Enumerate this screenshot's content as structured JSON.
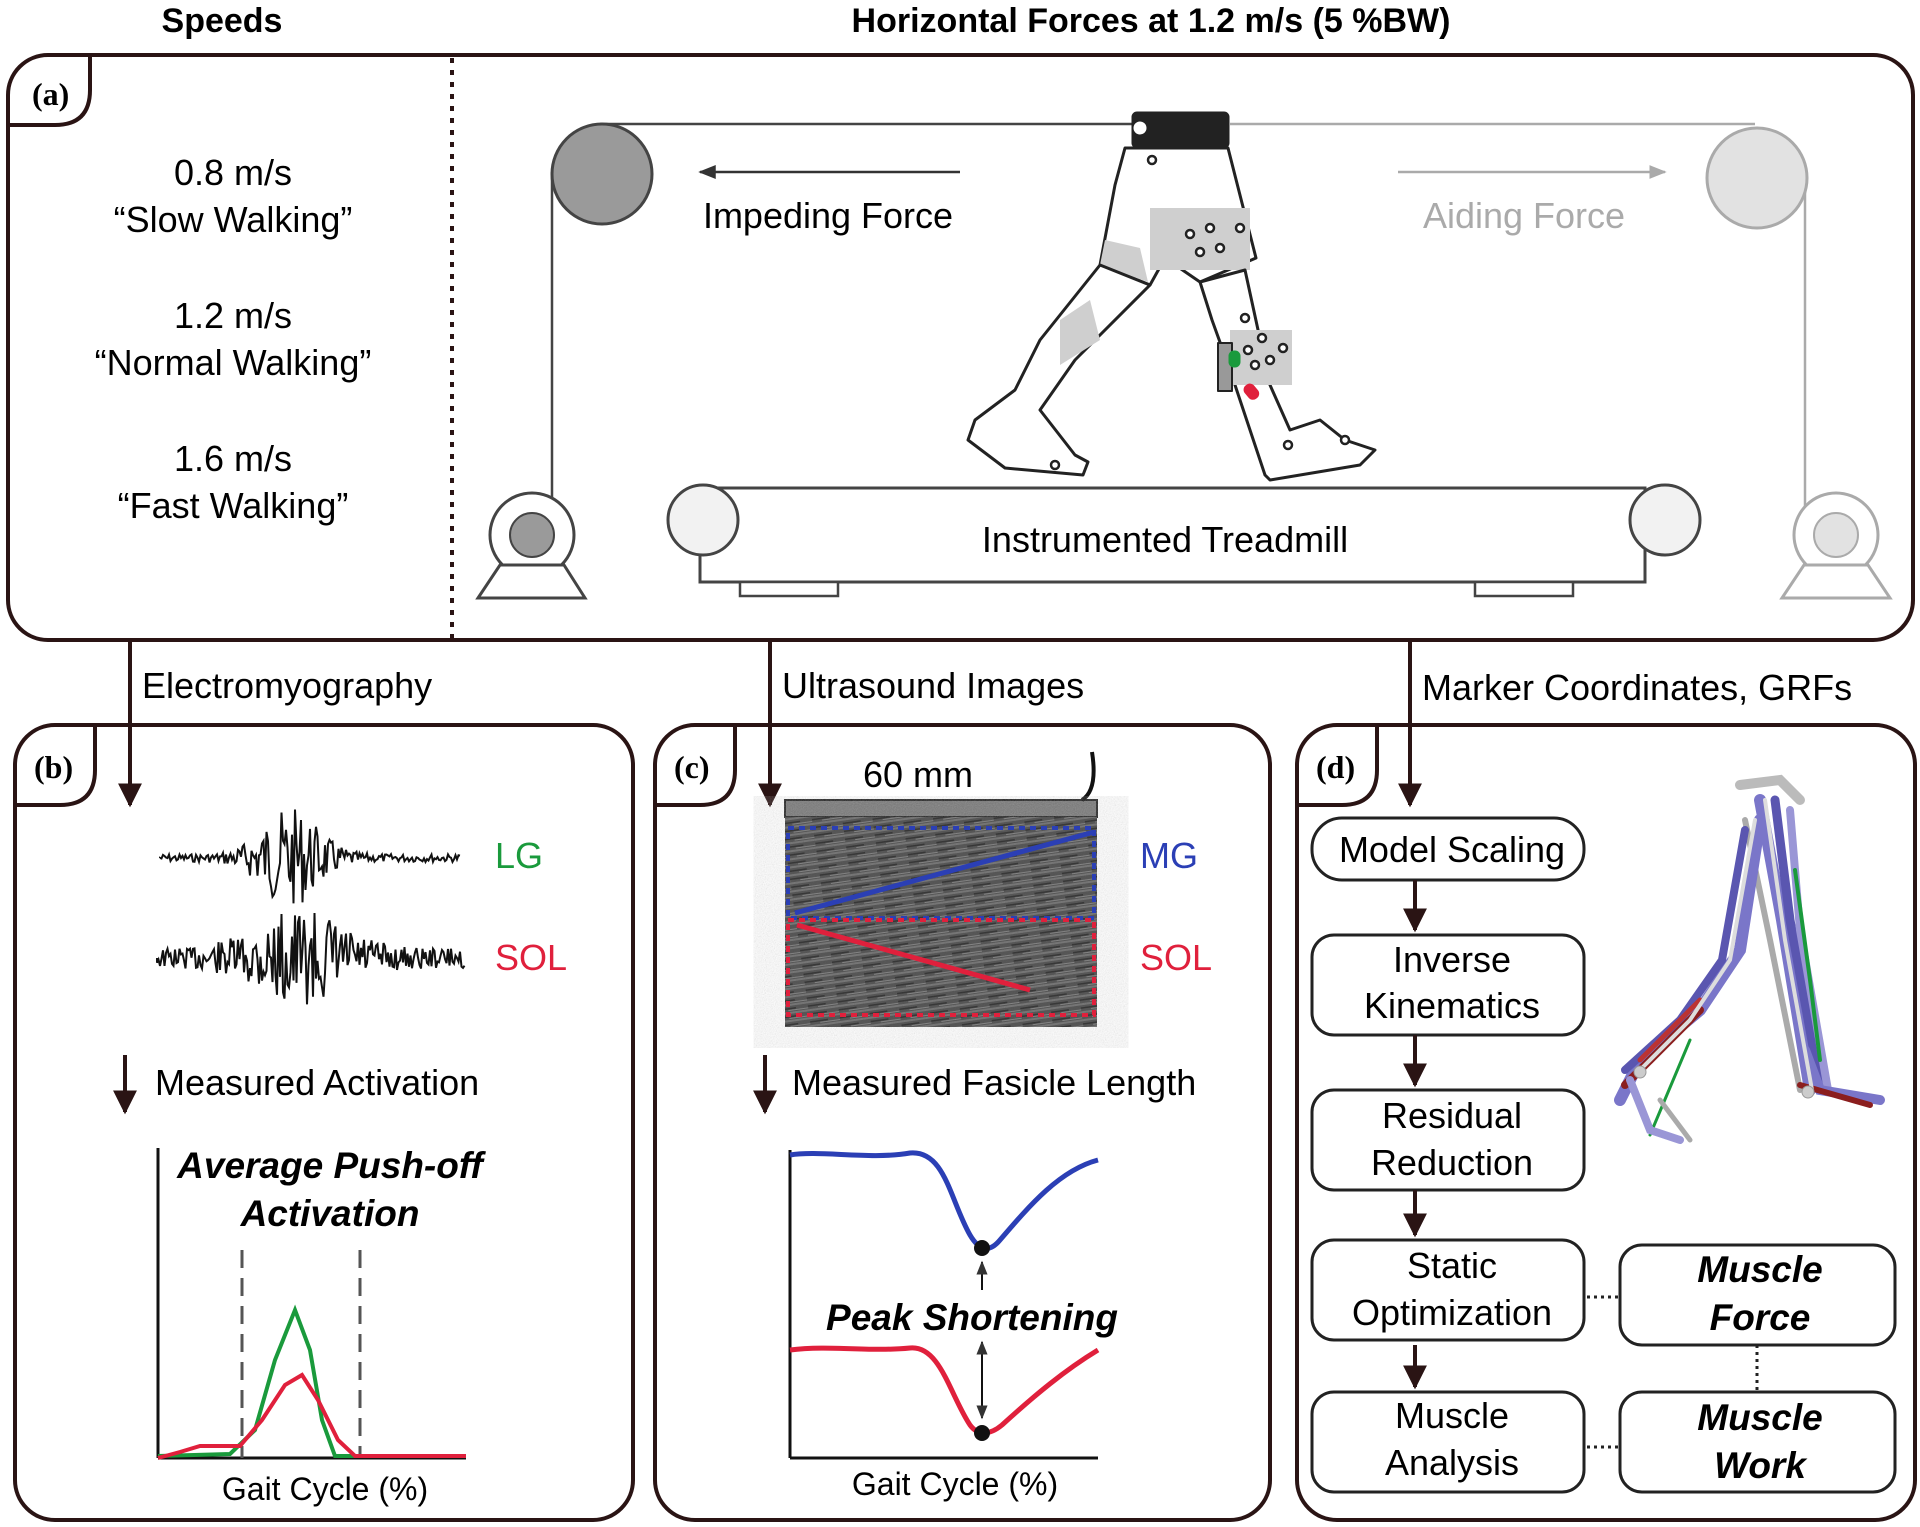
{
  "headers": {
    "speeds": "Speeds",
    "forces": "Horizontal Forces at 1.2 m/s (5 %BW)"
  },
  "panel_a": {
    "label": "(a)",
    "speeds": [
      {
        "value": "0.8 m/s",
        "name": "“Slow Walking”"
      },
      {
        "value": "1.2 m/s",
        "name": "“Normal Walking”"
      },
      {
        "value": "1.6 m/s",
        "name": "“Fast Walking”"
      }
    ],
    "impeding": "Impeding Force",
    "aiding": "Aiding Force",
    "treadmill": "Instrumented Treadmill"
  },
  "connectors": {
    "emg": "Electromyography",
    "us": "Ultrasound Images",
    "markers": "Marker Coordinates, GRFs"
  },
  "panel_b": {
    "label": "(b)",
    "lg": "LG",
    "sol": "SOL",
    "measured": "Measured Activation",
    "title_line1": "Average Push-off",
    "title_line2": "Activation",
    "xlabel": "Gait Cycle (%)"
  },
  "panel_c": {
    "label": "(c)",
    "scale": "60 mm",
    "mg": "MG",
    "sol": "SOL",
    "measured": "Measured Fasicle Length",
    "peak": "Peak Shortening",
    "xlabel": "Gait Cycle (%)"
  },
  "panel_d": {
    "label": "(d)",
    "steps": {
      "scaling": "Model Scaling",
      "ik1": "Inverse",
      "ik2": "Kinematics",
      "rr1": "Residual",
      "rr2": "Reduction",
      "so1": "Static",
      "so2": "Optimization",
      "ma1": "Muscle",
      "ma2": "Analysis",
      "force1": "Muscle",
      "force2": "Force",
      "work1": "Muscle",
      "work2": "Work"
    }
  },
  "colors": {
    "lg": "#1a9a3c",
    "sol": "#e0203c",
    "mg": "#2b3fb5",
    "aiding": "#aaaaaa"
  }
}
